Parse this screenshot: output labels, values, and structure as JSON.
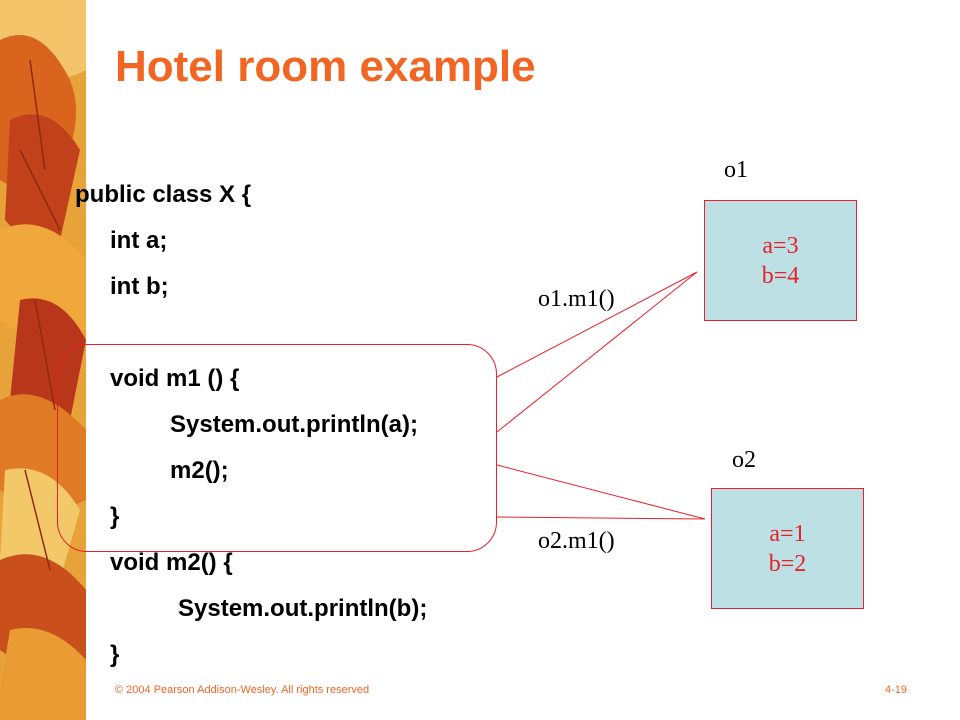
{
  "slide": {
    "title": "Hotel room example",
    "code": [
      "public class X {",
      "int a;",
      "int b;",
      "void m1 () {",
      "System.out.println(a);",
      "m2();",
      "}",
      "void m2() {",
      "System.out.println(b);",
      "}"
    ],
    "objects": [
      {
        "name": "o1",
        "call": "o1.m1()",
        "fields": [
          "a=3",
          "b=4"
        ]
      },
      {
        "name": "o2",
        "call": "o2.m1()",
        "fields": [
          "a=1",
          "b=2"
        ]
      }
    ],
    "footer": {
      "copyright": "© 2004 Pearson Addison-Wesley. All rights reserved",
      "page": "4-19"
    }
  },
  "colors": {
    "title": "#f26522",
    "accent_red": "#e8202a",
    "box_fill": "#bde0e5"
  },
  "icons": {
    "decoration": "autumn-leaves-image"
  }
}
